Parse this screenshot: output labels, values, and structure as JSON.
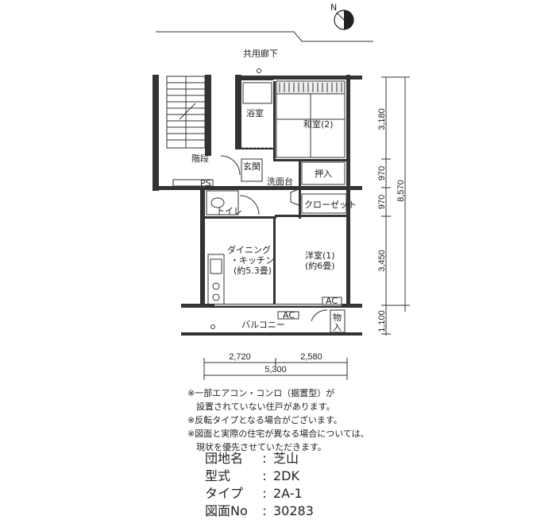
{
  "plan": {
    "corridor": "共用廊下",
    "rooms": {
      "bath": "浴室",
      "washitsu": "和室(2)",
      "stairs": "階段",
      "entrance": "玄関",
      "washbasin": "洗面台",
      "oshiire": "押入",
      "ps": "PS",
      "toilet": "トイレ",
      "closet": "クローゼット",
      "dining_1": "ダイニング",
      "dining_2": "・キッチン",
      "dining_3": "(約5.3畳)",
      "youshitsu_1": "洋室(1)",
      "youshitsu_2": "(約6畳)",
      "balcony": "バルコニー",
      "storage_1": "物",
      "storage_2": "入",
      "ac1": "AC",
      "ac2": "AC"
    },
    "dimensions": {
      "right": [
        "3,180",
        "970",
        "970",
        "3,450",
        "1,100"
      ],
      "total_vertical": "8,570",
      "bottom": [
        "2,720",
        "2,580"
      ],
      "total_horizontal": "5,300"
    }
  },
  "notes": [
    "※一部エアコン・コンロ（据置型）が",
    "　設置されていない住戸があります。",
    "※反転タイプとなる場合がございます。",
    "※図面と実際の住宅が異なる場合については、",
    "　現状を優先させていただきます。"
  ],
  "info": {
    "complex_label": "団地名",
    "complex_value": "芝山",
    "model_label": "型式",
    "model_value": "2DK",
    "type_label": "タイプ",
    "type_value": "2A-1",
    "drawing_label": "図面No",
    "drawing_value": "30283"
  }
}
